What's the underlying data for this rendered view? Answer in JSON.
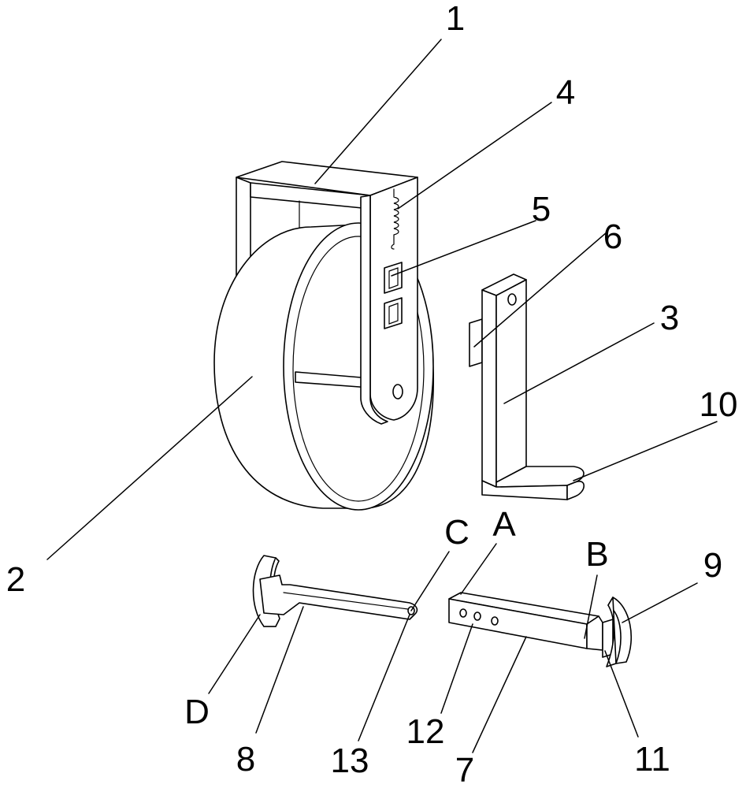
{
  "labels": {
    "n1": "1",
    "n2": "2",
    "n3": "3",
    "n4": "4",
    "n5": "5",
    "n6": "6",
    "n7": "7",
    "n8": "8",
    "n9": "9",
    "n10": "10",
    "n11": "11",
    "n12": "12",
    "n13": "13",
    "A": "A",
    "B": "B",
    "C": "C",
    "D": "D"
  }
}
